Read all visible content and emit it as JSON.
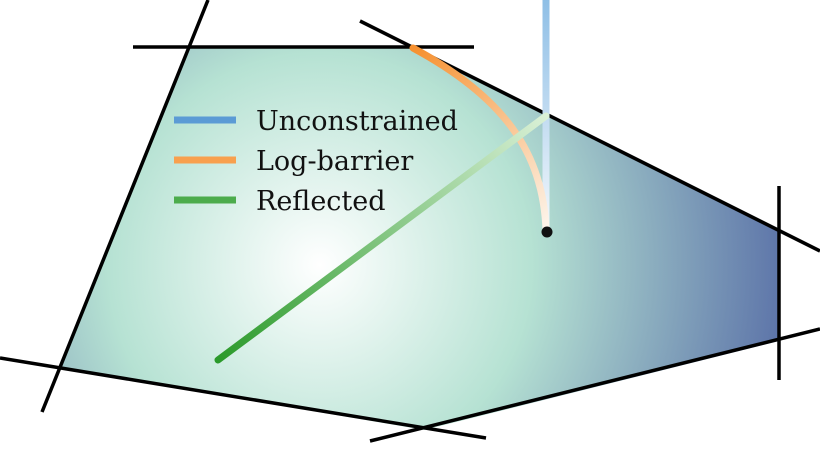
{
  "diagram": {
    "legend": [
      {
        "label": "Unconstrained",
        "color": "#5b9bd5"
      },
      {
        "label": "Log-barrier",
        "color": "#f8a04e"
      },
      {
        "label": "Reflected",
        "color": "#4cac4c"
      }
    ],
    "colors": {
      "region_center": "#ffffff",
      "region_mid": "#b6e2d3",
      "region_edge": "#5b72a8",
      "boundary": "#000000",
      "start_point": "#111111"
    }
  }
}
